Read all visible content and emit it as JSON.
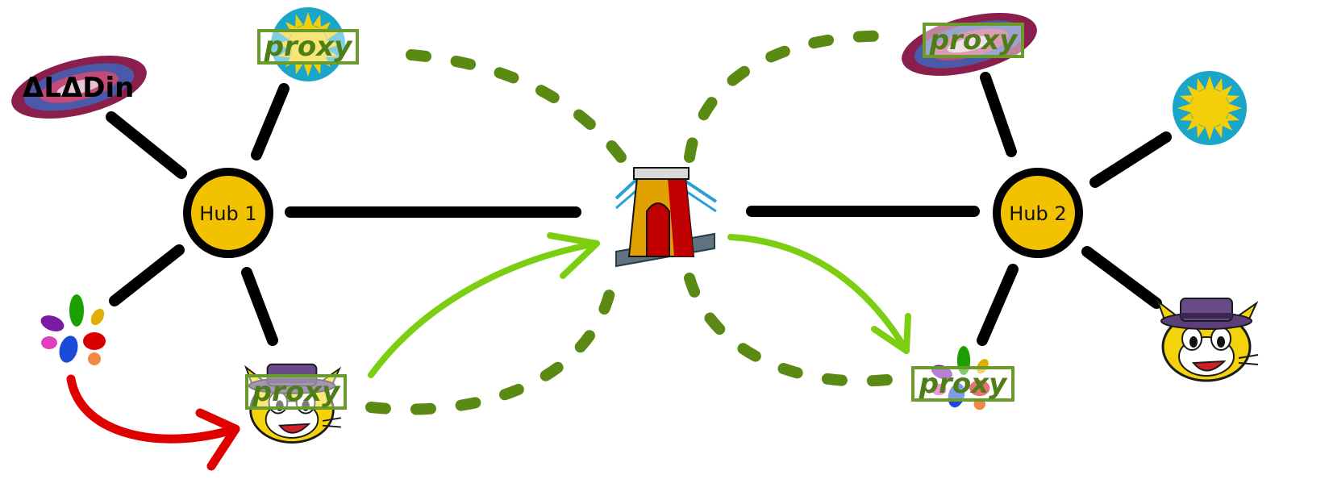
{
  "hubs": [
    {
      "id": "hub1",
      "label": "Hub 1"
    },
    {
      "id": "hub2",
      "label": "Hub 2"
    }
  ],
  "clients": {
    "aladin_wordmark": "ΔLΔDin",
    "proxy_label": "proxy"
  },
  "colors": {
    "hub_fill": "#f2c100",
    "hub_stroke": "#000000",
    "hub_link": "#000000",
    "bridge_link": "#5a8a14",
    "message_arrow": "#7ccf10",
    "local_arrow": "#e10000",
    "proxy_border": "#6a9a2a",
    "proxy_text": "#4f7d18",
    "sun_disc": "#f3cf0a",
    "sun_ring": "#1aa6c8",
    "bridge_tower": "#e0a000",
    "bridge_tower_dark": "#c00000",
    "bridge_deck": "#5f7480",
    "bridge_cable": "#2c9fd8"
  },
  "icons": [
    "aladin-icon",
    "sun-icon",
    "colored-petals-icon",
    "cat-icon",
    "bridge-icon"
  ]
}
